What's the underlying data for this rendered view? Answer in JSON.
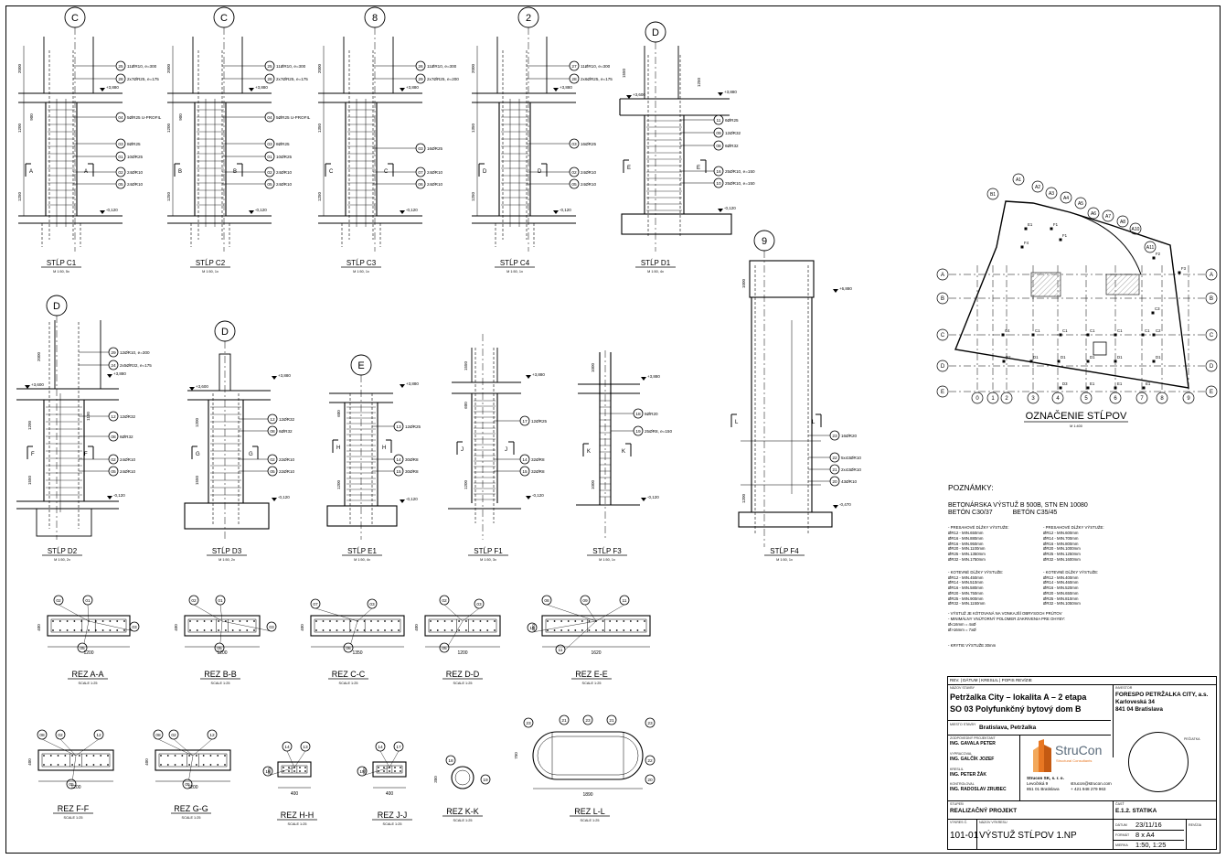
{
  "grid": {
    "column_tags": [
      "C",
      "C",
      "8",
      "2",
      "D",
      "9",
      "D",
      "D",
      "E"
    ]
  },
  "elevation_marks": {
    "top": "+3,880",
    "mid": "+3,600",
    "bottom": "-0,120",
    "f4_top": "+6,880",
    "f4_bottom": "-0,470"
  },
  "dimensions": {
    "c1": {
      "top": "2000",
      "mid": "1200",
      "mid2": "900",
      "low": "1250"
    },
    "c3": {
      "top": "2000",
      "mid": "1350",
      "low": "1250"
    },
    "d1": {
      "top": "1550",
      "right": "1250"
    },
    "d2": {
      "top": "2000",
      "mid": "1200",
      "right": "1100",
      "low": "1550"
    },
    "d3": {
      "mid": "1200",
      "low": "1550"
    },
    "e1": {
      "top": "600",
      "low": "1200"
    },
    "f1": {
      "top": "1550",
      "mid": "600",
      "low": "1200"
    },
    "f3": {
      "top": "1000",
      "low": "1000"
    },
    "f4": {
      "top": "1000",
      "low": "1200"
    }
  },
  "column_elevations": [
    {
      "title": "STĹP C1",
      "scale": "M 1:50, 5x",
      "section": "A",
      "tags": [
        {
          "n": "25",
          "t": "11ØR10, e=300"
        },
        {
          "n": "28",
          "t": "2x7ØR25, e=175"
        },
        {
          "n": "04",
          "t": "5ØR25 U-PROFIL"
        },
        {
          "n": "03",
          "t": "8ØR25"
        },
        {
          "n": "01",
          "t": "10ØR25"
        },
        {
          "n": "02",
          "t": "24ØR10"
        },
        {
          "n": "05",
          "t": "24ØR10"
        }
      ]
    },
    {
      "title": "STĹP C2",
      "scale": "M 1:50, 1x",
      "section": "B",
      "tags": [
        {
          "n": "25",
          "t": "11ØR10, e=300"
        },
        {
          "n": "28",
          "t": "2x7ØR25, e=175"
        },
        {
          "n": "04",
          "t": "5ØR25 U-PROFIL"
        },
        {
          "n": "03",
          "t": "8ØR25"
        },
        {
          "n": "01",
          "t": "10ØR25"
        },
        {
          "n": "02",
          "t": "24ØR10"
        },
        {
          "n": "05",
          "t": "24ØR10"
        }
      ]
    },
    {
      "title": "STĹP C3",
      "scale": "M 1:50, 1x",
      "section": "C",
      "tags": [
        {
          "n": "26",
          "t": "11ØR10, e=300"
        },
        {
          "n": "29",
          "t": "2x7ØR25, e=200"
        },
        {
          "n": "03",
          "t": "16ØR25"
        },
        {
          "n": "07",
          "t": "24ØR10"
        },
        {
          "n": "06",
          "t": "24ØR10"
        }
      ]
    },
    {
      "title": "STĹP C4",
      "scale": "M 1:50, 1x",
      "section": "D",
      "tags": [
        {
          "n": "27",
          "t": "11ØR10, e=300"
        },
        {
          "n": "28",
          "t": "2x6ØR25, e=175"
        },
        {
          "n": "03",
          "t": "16ØR25"
        },
        {
          "n": "02",
          "t": "24ØR10"
        },
        {
          "n": "05",
          "t": "24ØR10"
        }
      ]
    },
    {
      "title": "STĹP D1",
      "scale": "M 1:50, 4x",
      "section": "E",
      "tags": [
        {
          "n": "11",
          "t": "6ØR25"
        },
        {
          "n": "09",
          "t": "12ØR32"
        },
        {
          "n": "08",
          "t": "6ØR32"
        },
        {
          "n": "16",
          "t": "25ØR10, e=150"
        },
        {
          "n": "10",
          "t": "25ØR10, e=150"
        }
      ]
    },
    {
      "title": "STĹP D2",
      "scale": "M 1:50, 2x",
      "section": "F",
      "tags": [
        {
          "n": "29",
          "t": "12ØR10, e=300"
        },
        {
          "n": "24",
          "t": "2x5ØR32, e=175"
        },
        {
          "n": "12",
          "t": "12ØR32"
        },
        {
          "n": "08",
          "t": "6ØR32"
        },
        {
          "n": "02",
          "t": "24ØR10"
        },
        {
          "n": "05",
          "t": "24ØR10"
        }
      ]
    },
    {
      "title": "STĹP D3",
      "scale": "M 1:50, 2x",
      "section": "G",
      "tags": [
        {
          "n": "12",
          "t": "12ØR32"
        },
        {
          "n": "08",
          "t": "6ØR32"
        },
        {
          "n": "02",
          "t": "22ØR10"
        },
        {
          "n": "05",
          "t": "22ØR10"
        }
      ]
    },
    {
      "title": "STĹP E1",
      "scale": "M 1:50, 4x",
      "section": "H",
      "tags": [
        {
          "n": "13",
          "t": "12ØR25"
        },
        {
          "n": "14",
          "t": "30ØR8"
        },
        {
          "n": "15",
          "t": "30ØR8"
        }
      ]
    },
    {
      "title": "STĹP F1",
      "scale": "M 1:50, 3x",
      "section": "J",
      "tags": [
        {
          "n": "17",
          "t": "12ØR25"
        },
        {
          "n": "14",
          "t": "32ØR8"
        },
        {
          "n": "15",
          "t": "32ØR8"
        }
      ]
    },
    {
      "title": "STĹP F3",
      "scale": "M 1:50, 1x",
      "section": "K",
      "tags": [
        {
          "n": "18",
          "t": "6ØR20"
        },
        {
          "n": "19",
          "t": "25ØR8, e=150"
        }
      ]
    },
    {
      "title": "STĹP F4",
      "scale": "M 1:50, 1x",
      "section": "L",
      "tags": [
        {
          "n": "23",
          "t": "16ØR20"
        },
        {
          "n": "22",
          "t": "5x43ØR10"
        },
        {
          "n": "21",
          "t": "2x43ØR10"
        },
        {
          "n": "20",
          "t": "43ØR10"
        }
      ]
    }
  ],
  "sections": [
    {
      "title": "REZ A-A",
      "scale": "SCALE 1:25",
      "width": "1200",
      "height": "400",
      "tags": [
        "02",
        "01",
        "03",
        "05"
      ]
    },
    {
      "title": "REZ B-B",
      "scale": "SCALE 1:25",
      "width": "1200",
      "height": "400",
      "tags": [
        "02",
        "01",
        "03",
        "05"
      ]
    },
    {
      "title": "REZ C-C",
      "scale": "SCALE 1:25",
      "width": "1350",
      "height": "400",
      "tags": [
        "07",
        "03",
        "06"
      ]
    },
    {
      "title": "REZ D-D",
      "scale": "SCALE 1:25",
      "width": "1200",
      "height": "400",
      "tags": [
        "02",
        "03",
        "05"
      ]
    },
    {
      "title": "REZ E-E",
      "scale": "SCALE 1:25",
      "width": "1620",
      "height": "400",
      "tags": [
        "08",
        "09",
        "11",
        "16",
        "11"
      ]
    },
    {
      "title": "REZ F-F",
      "scale": "SCALE 1:25",
      "width": "1200",
      "height": "400",
      "tags": [
        "08",
        "02",
        "12",
        "05"
      ]
    },
    {
      "title": "REZ G-G",
      "scale": "SCALE 1:25",
      "width": "1200",
      "height": "400",
      "tags": [
        "08",
        "02",
        "12",
        "05"
      ]
    },
    {
      "title": "REZ H-H",
      "scale": "SCALE 1:25",
      "width": "400",
      "height": "300",
      "tags": [
        "14",
        "13",
        "15"
      ]
    },
    {
      "title": "REZ J-J",
      "scale": "SCALE 1:25",
      "width": "400",
      "height": "300",
      "tags": [
        "14",
        "17",
        "15"
      ]
    },
    {
      "title": "REZ K-K",
      "scale": "SCALE 1:25",
      "width": "",
      "height": "350",
      "tags": [
        "18",
        "19"
      ]
    },
    {
      "title": "REZ L-L",
      "scale": "SCALE 1:25",
      "width": "1890",
      "height": "750",
      "tags": [
        "23",
        "21",
        "23",
        "21",
        "23",
        "22",
        "20"
      ]
    }
  ],
  "key_plan": {
    "title": "OZNAČENIE STĹPOV",
    "scale": "M 1:400",
    "row_axes": [
      "A",
      "B",
      "C",
      "D",
      "E"
    ],
    "col_axes": [
      "0",
      "1",
      "2",
      "3",
      "4",
      "5",
      "6",
      "7",
      "8",
      "9"
    ],
    "top_axes": [
      "B1",
      "A1",
      "A2",
      "A3",
      "A4",
      "A5",
      "A6",
      "A7",
      "A8",
      "A10",
      "A11"
    ],
    "column_labels": [
      "C4",
      "C1",
      "C1",
      "C1",
      "C1",
      "C1",
      "C2",
      "C3",
      "D2",
      "D1",
      "D1",
      "D1",
      "D1",
      "D1",
      "D3",
      "E1",
      "E1",
      "E1",
      "E1",
      "F1",
      "F1",
      "F2",
      "F3",
      "F4"
    ]
  },
  "notes": {
    "title": "POZNÁMKY:",
    "line1": "BETONÁRSKA VÝSTUŽ B 500B, STN EN 10080",
    "line2a": "BETÓN C30/37",
    "line2b": "BETÓN C35/45",
    "lap_left": [
      "- PRESAHOVÉ DĹŽKY VÝSTUŽE:",
      "ØR12 - MIN.650mm",
      "ØR16 - MIN.880mm",
      "ØR16 - MIN.950mm",
      "ØR20 - MIN.1100mm",
      "ØR25 - MIN.1350mm",
      "ØR32 - MIN.1750mm"
    ],
    "lap_right": [
      "- PRESAHOVÉ DĹŽKY VÝSTUŽE:",
      "ØR12 - MIN.600mm",
      "ØR14 - MIN.700mm",
      "ØR16 - MIN.800mm",
      "ØR20 - MIN.1000mm",
      "ØR25 - MIN.1250mm",
      "ØR32 - MIN.1600mm"
    ],
    "anc_left": [
      "- KOTEVNÉ DĹŽKY VÝSTUŽE:",
      "ØR12 - MIN.450mm",
      "ØR14 - MIN.510mm",
      "ØR16 - MIN.580mm",
      "ØR20 - MIN.750mm",
      "ØR25 - MIN.900mm",
      "ØR32 - MIN.1150mm"
    ],
    "anc_right": [
      "- KOTEVNÉ DĹŽKY VÝSTUŽE:",
      "ØR12 - MIN.400mm",
      "ØR14 - MIN.460mm",
      "ØR16 - MIN.520mm",
      "ØR20 - MIN.650mm",
      "ØR25 - MIN.810mm",
      "ØR32 - MIN.1050mm"
    ],
    "extra": [
      "- VÝSTUŽ JE KÓTOVANÁ NA VONKAJŠÍ OBRYSOCH PRÚTOV",
      "- MINIMÁLNY VNÚTORNÝ POLOMER ZAKRIVENIA PRE OHYBY:",
      "   Ø≤16mm = 4xØ",
      "   Ø>16mm = 7xØ"
    ],
    "cover": "- KRYTIE VÝSTUŽE 30mm"
  },
  "title_block": {
    "rev_labels": [
      "REV.",
      "DÁTUM",
      "KRESLIL",
      "POPIS REVÍZIE"
    ],
    "stavba_label": "NÁZOV STAVBY",
    "stavba_line1": "Petržalka City – lokalita A – 2 etapa",
    "stavba_line2": "SO 03 Polyfunkčný bytový dom B",
    "investor_label": "INVESTOR",
    "investor_line1": "FORESPO PETRŽALKA CITY, a.s.",
    "investor_line2": "Karloveská 34",
    "investor_line3": "841 04 Bratislava",
    "miesto_label": "MIESTO STAVBY",
    "miesto": "Bratislava, Petržalka",
    "zodp_label": "ZODPOVEDNÝ PROJEKTANT",
    "zodp": "ING. GAVALA PETER",
    "vyprac_label": "VYPRACOVAL",
    "vyprac": "ING. GALČÍK JOZEF",
    "kreslil_label": "KRESLIL",
    "kreslil": "ING. PETER ŽÁK",
    "kontrola_label": "KONTROLOVAL",
    "kontrola": "ING. RADOSLAV ZRUBEC",
    "peciatka_label": "PEČIATKA",
    "logo_main": "StruCon",
    "logo_sub": "Structural Consultants",
    "firm_name": "Strucon SK, s. r. o.",
    "firm_addr1": "Levočská 9",
    "firm_addr2": "851 01 Bratislava",
    "firm_mail": "strucon@strucon.com",
    "firm_tel": "+ 421 948 279 963",
    "stupen_label": "STUPEŇ",
    "stupen": "REALIZAČNÝ PROJEKT",
    "cast_label": "ČASŤ",
    "cast": "E.1.2.  STATIKA",
    "vykres_c_label": "VÝKRES Č.",
    "vykres_c": "101-01",
    "vykres_nazov_label": "NÁZOV VÝKRESU",
    "vykres_nazov": "VÝSTUŽ STĹPOV 1.NP",
    "datum_label": "DÁTUM",
    "datum": "23/11/16",
    "format_label": "FORMÁT",
    "format": "8 x A4",
    "mierka_label": "MIERKA",
    "mierka": "1:50, 1:25",
    "revizia_label": "REVÍZIA"
  }
}
